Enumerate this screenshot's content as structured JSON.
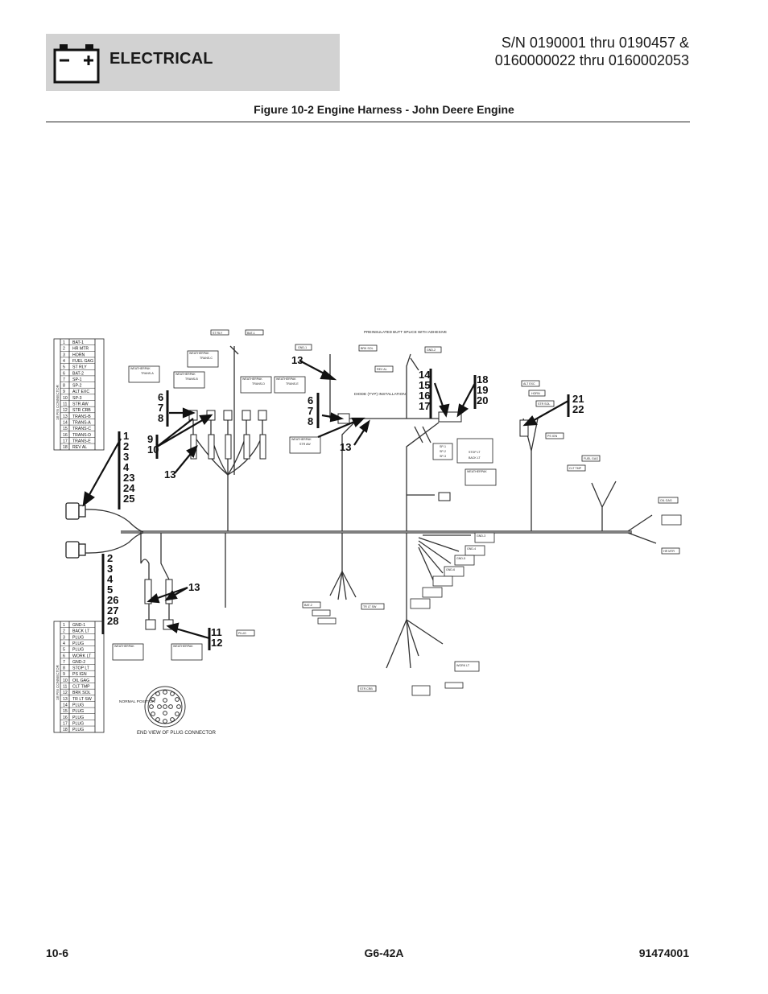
{
  "header": {
    "section": "ELECTRICAL",
    "serial_line1": "S/N 0190001 thru 0190457 &",
    "serial_line2": "0160000022 thru 0160002053",
    "figure_title": "Figure 10-2 Engine Harness - John Deere Engine"
  },
  "footer": {
    "page": "10-6",
    "model": "G6-42A",
    "doc": "91474001"
  },
  "callouts": [
    {
      "id": "c1",
      "lines": [
        "1",
        "2",
        "3",
        "4",
        "23",
        "24",
        "25"
      ]
    },
    {
      "id": "c2",
      "lines": [
        "2",
        "3",
        "4",
        "5",
        "26",
        "27",
        "28"
      ]
    },
    {
      "id": "c3",
      "lines": [
        "6",
        "7",
        "8"
      ]
    },
    {
      "id": "c4",
      "lines": [
        "9",
        "10"
      ]
    },
    {
      "id": "c5",
      "lines": [
        "13"
      ]
    },
    {
      "id": "c6",
      "lines": [
        "13"
      ]
    },
    {
      "id": "c7",
      "lines": [
        "6",
        "7",
        "8"
      ]
    },
    {
      "id": "c8",
      "lines": [
        "13"
      ]
    },
    {
      "id": "c9",
      "lines": [
        "14",
        "15",
        "16",
        "17"
      ]
    },
    {
      "id": "c10",
      "lines": [
        "18",
        "19",
        "20"
      ]
    },
    {
      "id": "c11",
      "lines": [
        "21",
        "22"
      ]
    },
    {
      "id": "c12",
      "lines": [
        "13"
      ]
    },
    {
      "id": "c13",
      "lines": [
        "11",
        "12"
      ]
    }
  ],
  "table_upper": {
    "title": "18 PIN CONNECTOR",
    "rows": [
      [
        "1",
        "BAT-1"
      ],
      [
        "2",
        "HR MTR"
      ],
      [
        "3",
        "HORN"
      ],
      [
        "4",
        "FUEL GAG"
      ],
      [
        "5",
        "ST RLY"
      ],
      [
        "6",
        "BAT-2"
      ],
      [
        "7",
        "SP-1"
      ],
      [
        "8",
        "SP-2"
      ],
      [
        "9",
        "ALT EXC"
      ],
      [
        "10",
        "SP-3"
      ],
      [
        "11",
        "STR AW"
      ],
      [
        "12",
        "STR CRB"
      ],
      [
        "13",
        "TRANS-B"
      ],
      [
        "14",
        "TRANS-A"
      ],
      [
        "15",
        "TRANS-C"
      ],
      [
        "16",
        "TRANS-D"
      ],
      [
        "17",
        "TRANS-E"
      ],
      [
        "18",
        "REV AL"
      ]
    ]
  },
  "table_lower": {
    "title": "18 PIN CONNECTOR",
    "rows": [
      [
        "1",
        "GND-1"
      ],
      [
        "2",
        "BACK LT"
      ],
      [
        "3",
        "PLUG"
      ],
      [
        "4",
        "PLUG"
      ],
      [
        "5",
        "PLUG"
      ],
      [
        "6",
        "WORK LT"
      ],
      [
        "7",
        "GND-2"
      ],
      [
        "8",
        "STOP LT"
      ],
      [
        "9",
        "PS IGN"
      ],
      [
        "10",
        "OIL GAG"
      ],
      [
        "11",
        "CLT TMP"
      ],
      [
        "12",
        "BRK SOL"
      ],
      [
        "13",
        "TR LT SW"
      ],
      [
        "14",
        "PLUG"
      ],
      [
        "15",
        "PLUG"
      ],
      [
        "16",
        "PLUG"
      ],
      [
        "17",
        "PLUG"
      ],
      [
        "18",
        "PLUG"
      ]
    ]
  },
  "notes": {
    "diode": "DIODE (TYP) INSTALLATION",
    "butt_splice": "PREINSULATED BUTT SPLICE WITH ADHESIVE",
    "normal_position": "NORMAL POSITION",
    "end_view": "END VIEW OF PLUG CONNECTOR"
  },
  "wire_labels": {
    "brk_sol": "BRK SOL",
    "rev_al": "REV AL",
    "alt_exc": "ALT EXC",
    "clt_tmp": "CLT TMP",
    "fuel_gag": "FUEL GAG",
    "oil_gag": "OIL GAG",
    "hr_mtr": "HR MTR",
    "horn": "HORN",
    "str_sol": "STR SOL",
    "trans_a": "TRANS-A",
    "trans_b": "TRANS-B",
    "trans_c": "TRANS-C",
    "trans_d": "TRANS-D",
    "trans_e": "TRANS-E",
    "gnd_1": "GND-1",
    "gnd_2": "GND-2",
    "gnd_3": "GND-3",
    "gnd_4": "GND-4",
    "gnd_5": "GND-5",
    "gnd_6": "GND-6",
    "sp_1": "SP-1",
    "sp_2": "SP-2",
    "sp_3": "SP-3",
    "stop_lt": "STOP LT",
    "back_lt": "BACK LT",
    "work_lt": "WORK LT",
    "ps_ign": "PS IGN",
    "st_rly": "ST RLY",
    "bat_1": "BAT-1",
    "bat_2": "BAT-2",
    "str_aw": "STR AW",
    "str_crb": "STR CRB",
    "tr_lt_sw": "TR LT SW",
    "plug": "PLUG",
    "weatherpak": "WEATHERPAK"
  }
}
